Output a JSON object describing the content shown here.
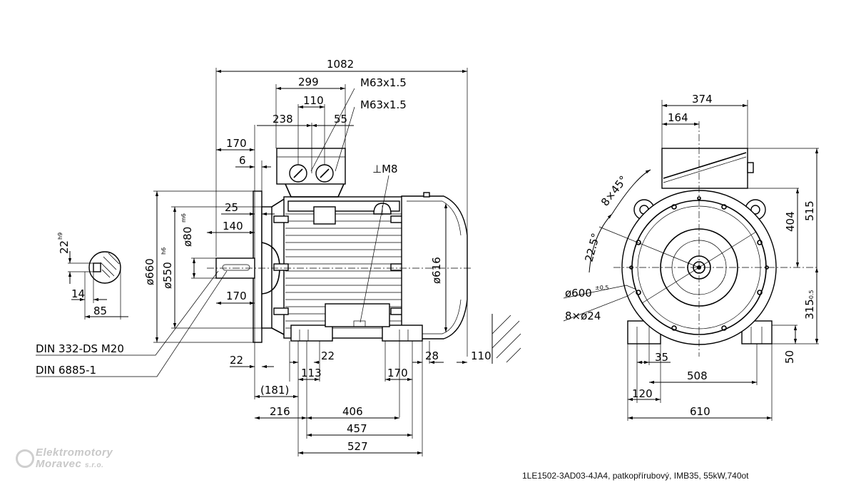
{
  "side_view": {
    "dims": {
      "total_length": "1082",
      "terminal_box_width": "299",
      "gland_spacing": "110",
      "gland_offset": "55",
      "terminal_box_pos": "238",
      "gland_1": "M63x1.5",
      "gland_2": "M63x1.5",
      "flange_shaft": "170",
      "flange_thickness": "6",
      "lifting": "⊥M8",
      "spigot": "25",
      "shaft_length": "140",
      "shaft_dia": "ø80",
      "shaft_dia_tol": "m6",
      "flange_pcd": "ø550",
      "flange_pcd_tol": "h6",
      "flange_dia": "ø660",
      "frame_dia": "ø616",
      "flange_lower": "170",
      "din_1": "DIN 332-DS M20",
      "din_2": "DIN 6885-1",
      "b22_left": "22",
      "b22_right": "22",
      "b28": "28",
      "b110": "110",
      "b113": "113",
      "b170": "170",
      "b181": "(181)",
      "b216": "216",
      "b406": "406",
      "b457": "457",
      "b527": "527"
    }
  },
  "key_section": {
    "key_height": "22",
    "key_height_tol": "h9",
    "key_width": "14",
    "key_depth": "85"
  },
  "end_view": {
    "dims": {
      "box_width": "374",
      "box_offset": "164",
      "box_height": "515",
      "center_to_box": "404",
      "shaft_height": "315",
      "shaft_height_tol": "-0.5",
      "foot_height": "50",
      "bolt_pattern": "8×45°",
      "angle": "22.5°",
      "flange_pcd": "ø600",
      "flange_pcd_tol": "±0.5",
      "flange_holes": "8×ø24",
      "foot_35": "35",
      "foot_508": "508",
      "foot_120": "120",
      "foot_610": "610"
    }
  },
  "logo": {
    "line1": "Elektromotory",
    "line2": "Moravec",
    "suffix": "s.r.o."
  },
  "caption": "1LE1502-3AD03-4JA4, patkopřírubový, IMB35, 55kW,740ot"
}
